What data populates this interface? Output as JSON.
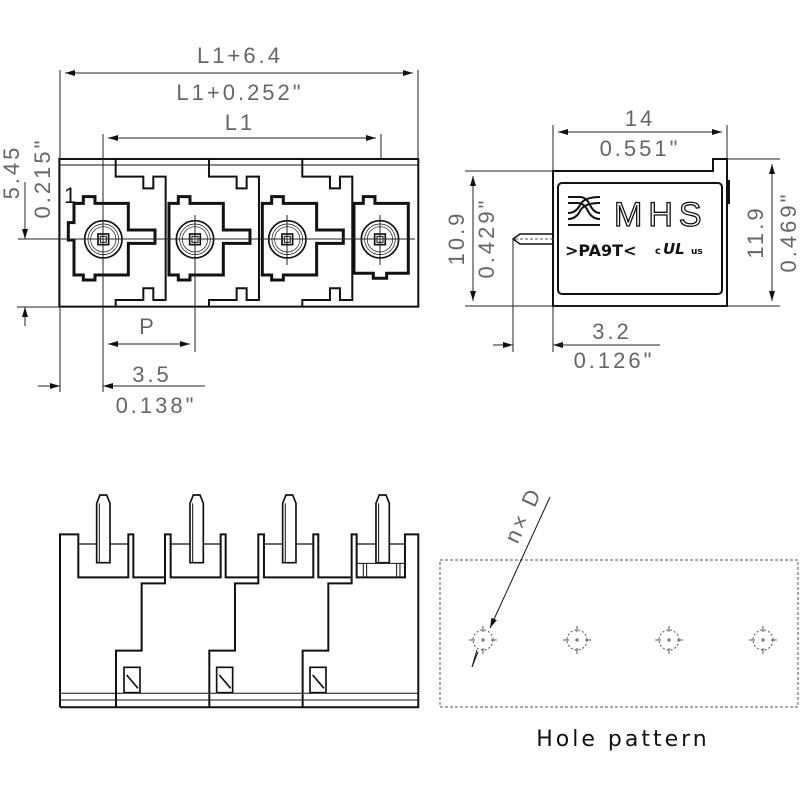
{
  "drawing": {
    "top_view": {
      "overall_mm": "L1+6.4",
      "overall_in": "L1+0.252\"",
      "pitch_span": "L1",
      "height_mm": "5.45",
      "height_in": "0.215\"",
      "pitch": "P",
      "offset_mm": "3.5",
      "offset_in": "0.138\"",
      "pin1_label": "1"
    },
    "side_view": {
      "width_mm": "14",
      "width_in": "0.551\"",
      "height_left_mm": "10.9",
      "height_left_in": "0.429\"",
      "height_right_mm": "11.9",
      "height_right_in": "0.469\"",
      "pin_mm": "3.2",
      "pin_in": "0.126\"",
      "brand": "MHS",
      "material": ">PA9T<",
      "cert_c": "c",
      "cert_ul": "UL",
      "cert_us": "us"
    },
    "hole_pattern": {
      "diameter_label": "n× D",
      "title": "Hole pattern"
    }
  }
}
